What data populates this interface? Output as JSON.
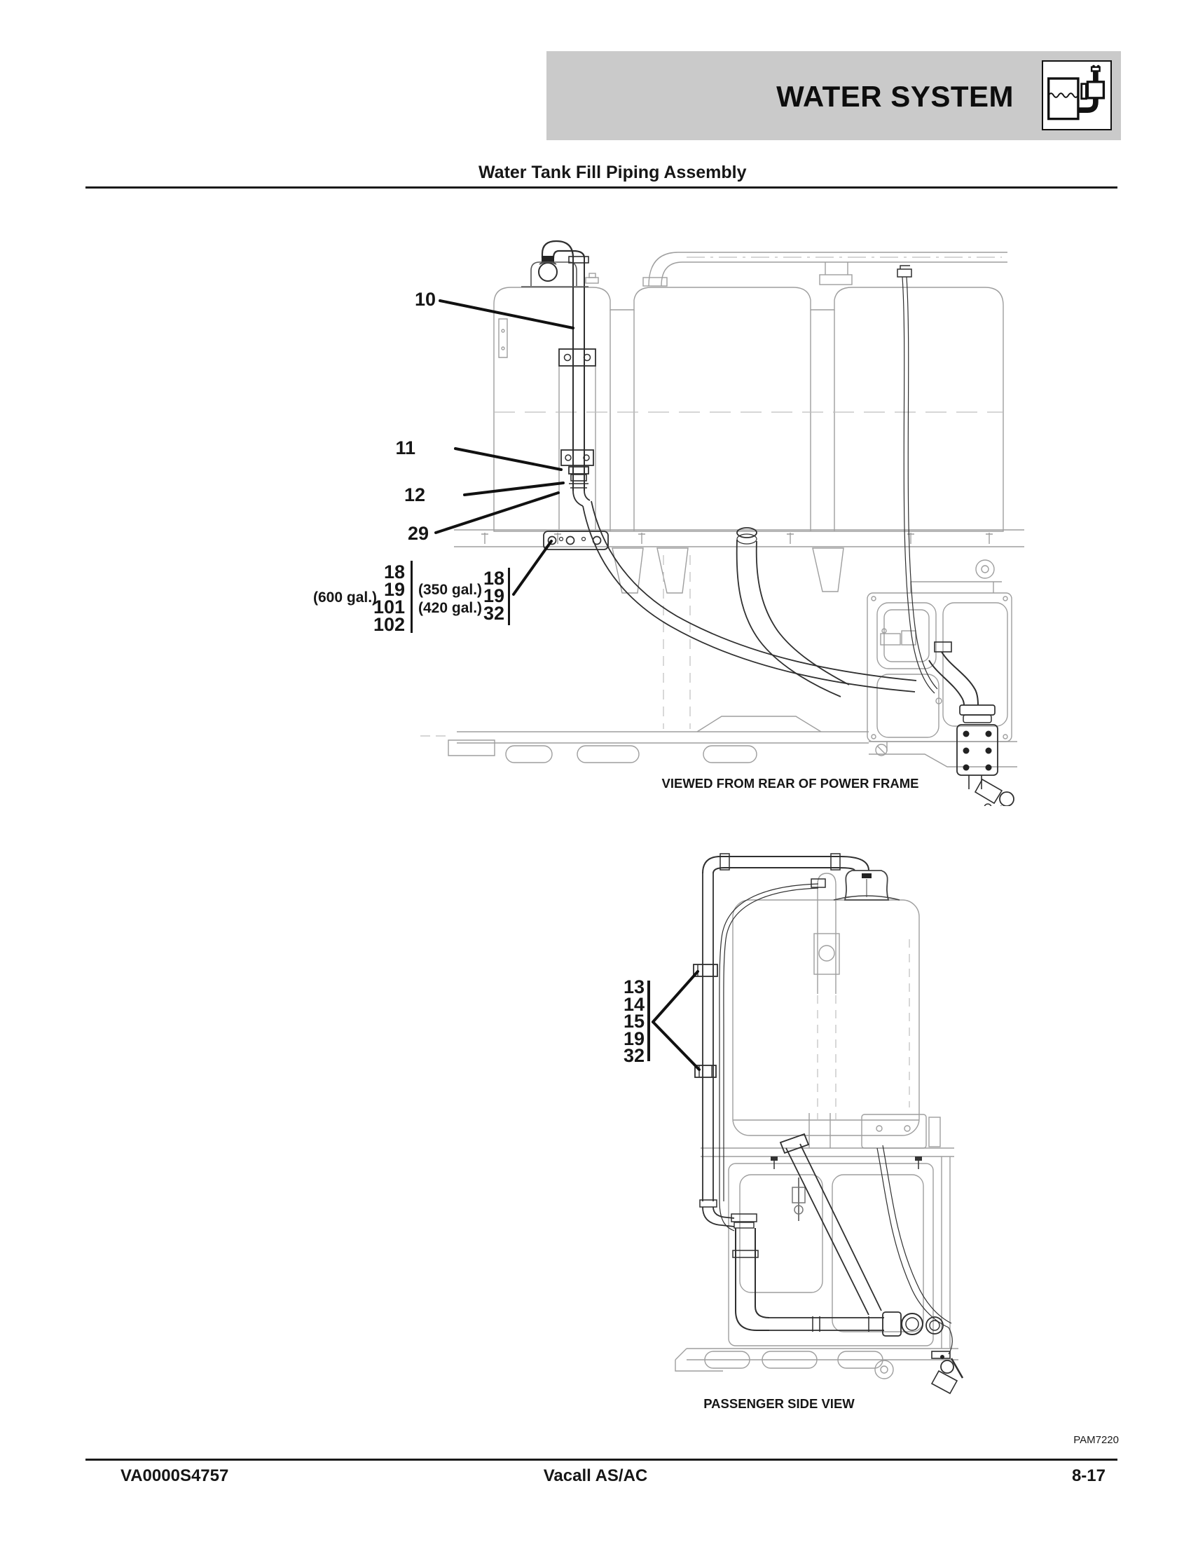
{
  "header": {
    "title": "WATER SYSTEM",
    "icon": "water-tank-fill-icon"
  },
  "section_title": "Water Tank Fill Piping Assembly",
  "figure_rear": {
    "caption": "VIEWED FROM REAR OF POWER FRAME",
    "callout_10": "10",
    "callout_11": "11",
    "callout_12": "12",
    "callout_29": "29",
    "group_600": {
      "label": "(600 gal.)",
      "items": [
        "18",
        "19",
        "101",
        "102"
      ]
    },
    "group_350_420": {
      "label_350": "(350 gal.)",
      "label_420": "(420 gal.)",
      "items": [
        "18",
        "19",
        "32"
      ]
    }
  },
  "figure_side": {
    "caption": "PASSENGER SIDE VIEW",
    "callouts": [
      "13",
      "14",
      "15",
      "19",
      "32"
    ]
  },
  "figure_code": "PAM7220",
  "footer": {
    "doc_number": "VA0000S4757",
    "model": "Vacall AS/AC",
    "page_number": "8-17"
  },
  "colors": {
    "header_band": "#cacaca",
    "drawing_gray": "#9e9e9e",
    "drawing_dark": "#2f2f2f",
    "text": "#161616"
  }
}
